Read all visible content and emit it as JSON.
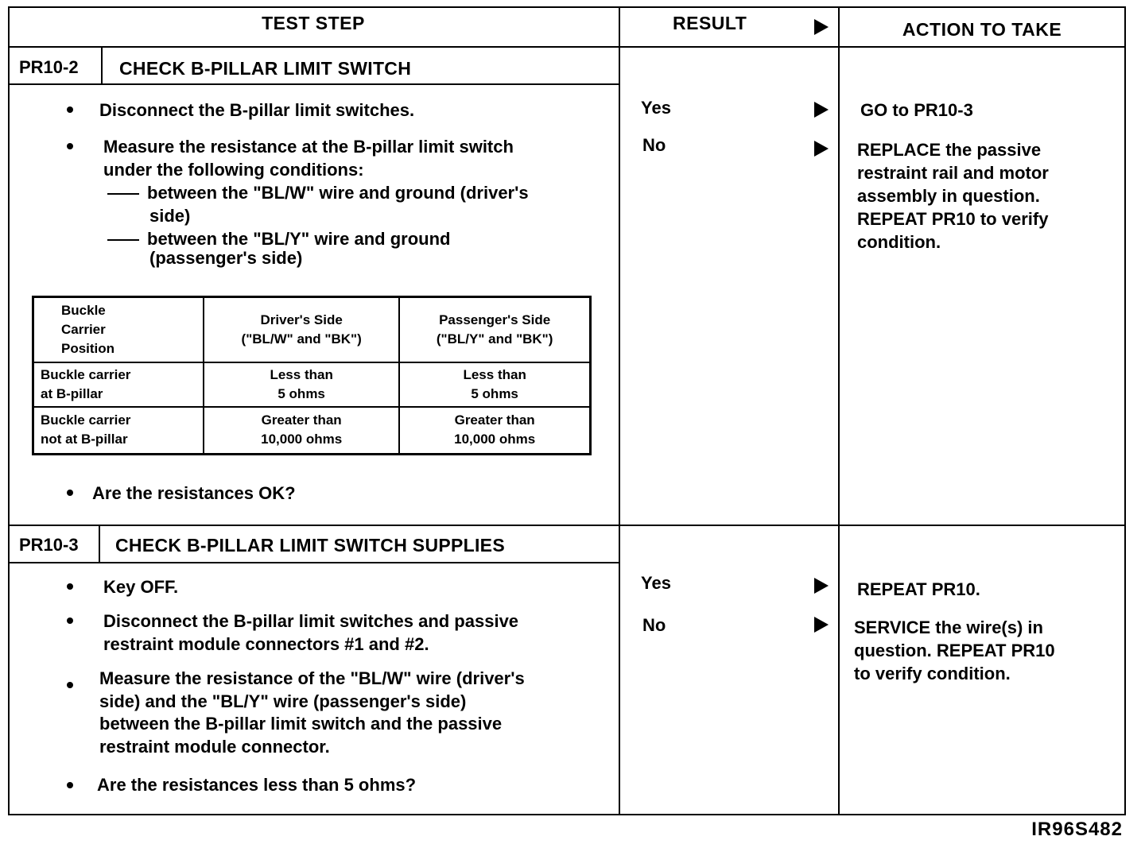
{
  "headers": {
    "test_step": "TEST STEP",
    "result": "RESULT",
    "action": "ACTION TO TAKE"
  },
  "steps": [
    {
      "id": "PR10-2",
      "title": "CHECK B-PILLAR LIMIT SWITCH",
      "items": [
        "Disconnect the B-pillar limit switches.",
        "Measure the resistance at the B-pillar limit switch",
        "under the following conditions:",
        "between the \"BL/W\" wire and ground (driver's",
        "side)",
        "between the \"BL/Y\" wire and ground",
        "(passenger's side)",
        "Are the resistances OK?"
      ],
      "table": {
        "headers": [
          "Buckle Carrier Position",
          "Driver's Side (\"BL/W\" and \"BK\")",
          "Passenger's Side (\"BL/Y\" and \"BK\")"
        ],
        "header_lines": [
          [
            "Buckle",
            "Carrier",
            "Position"
          ],
          [
            "Driver's Side",
            "(\"BL/W\" and \"BK\")"
          ],
          [
            "Passenger's Side",
            "(\"BL/Y\" and \"BK\")"
          ]
        ],
        "rows": [
          [
            [
              "Buckle carrier",
              "at B-pillar"
            ],
            [
              "Less than",
              "5 ohms"
            ],
            [
              "Less than",
              "5 ohms"
            ]
          ],
          [
            [
              "Buckle carrier",
              "not at B-pillar"
            ],
            [
              "Greater than",
              "10,000 ohms"
            ],
            [
              "Greater than",
              "10,000 ohms"
            ]
          ]
        ]
      },
      "results": [
        {
          "label": "Yes",
          "action": [
            "GO to PR10-3"
          ]
        },
        {
          "label": "No",
          "action": [
            "REPLACE the passive",
            "restraint rail and motor",
            "assembly in question.",
            "REPEAT PR10 to verify",
            "condition."
          ]
        }
      ]
    },
    {
      "id": "PR10-3",
      "title": "CHECK B-PILLAR LIMIT SWITCH SUPPLIES",
      "items": [
        "Key OFF.",
        "Disconnect the B-pillar limit switches and passive",
        "restraint module connectors #1 and #2.",
        "Measure the resistance of the \"BL/W\" wire (driver's",
        "side) and the \"BL/Y\" wire (passenger's side)",
        "between the B-pillar limit switch and the passive",
        "restraint module connector.",
        "Are the resistances less than 5 ohms?"
      ],
      "results": [
        {
          "label": "Yes",
          "action": [
            "REPEAT PR10."
          ]
        },
        {
          "label": "No",
          "action": [
            "SERVICE the wire(s) in",
            "question. REPEAT PR10",
            "to verify condition."
          ]
        }
      ]
    }
  ],
  "figure_id": "IR96S482"
}
